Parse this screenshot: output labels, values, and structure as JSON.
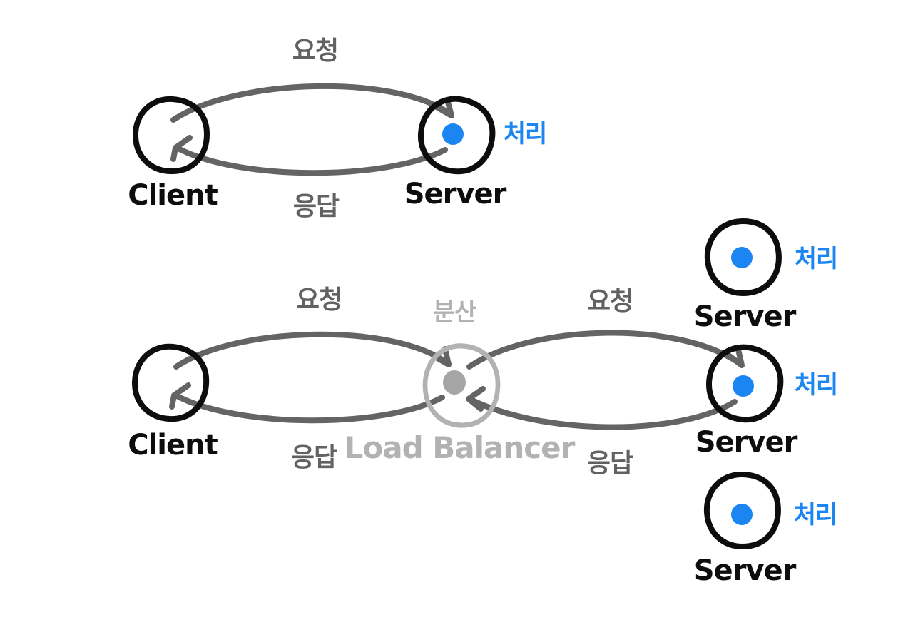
{
  "colors": {
    "ink_black": "#0d0d0d",
    "arrow_gray": "#646464",
    "light_gray": "#b2b2b2",
    "lb_dot_gray": "#a5a5a5",
    "process_blue": "#1b86f2"
  },
  "top_diagram": {
    "request_label": "요청",
    "response_label": "응답",
    "client": {
      "label": "Client"
    },
    "server": {
      "label": "Server",
      "process_label": "처리"
    }
  },
  "bottom_diagram": {
    "client_lb_request_label": "요청",
    "client_lb_response_label": "응답",
    "lb_server_request_label": "요청",
    "lb_server_response_label": "응답",
    "client": {
      "label": "Client"
    },
    "load_balancer": {
      "label": "Load Balancer",
      "distribution_label": "분산"
    },
    "servers": [
      {
        "label": "Server",
        "process_label": "처리"
      },
      {
        "label": "Server",
        "process_label": "처리"
      },
      {
        "label": "Server",
        "process_label": "처리"
      }
    ]
  }
}
